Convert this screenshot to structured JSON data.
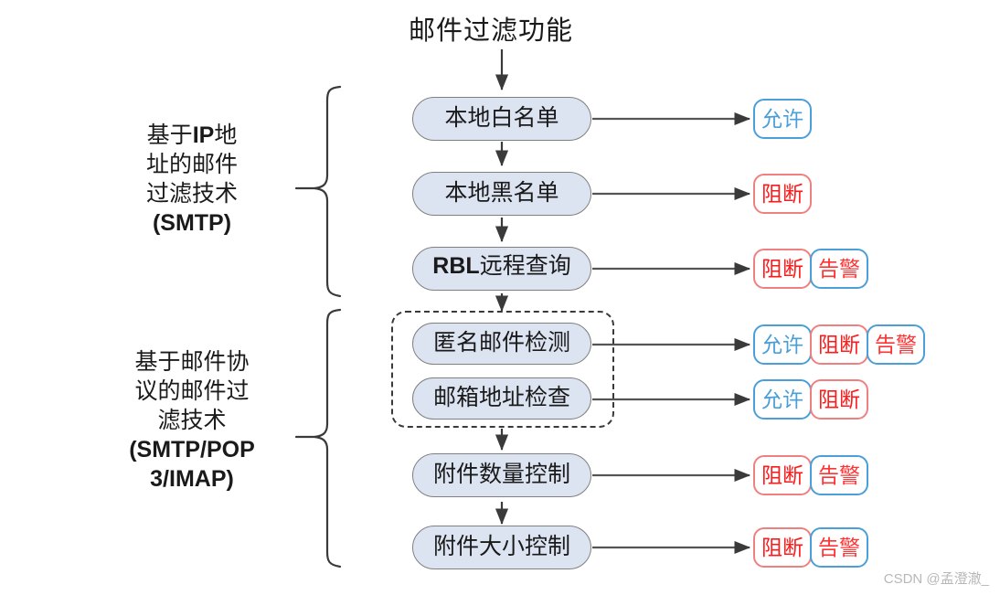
{
  "title": "邮件过滤功能",
  "groups": [
    {
      "label_lines": [
        "基于IP地",
        "址的邮件",
        "过滤技术",
        "(SMTP)"
      ],
      "label_plain": "基于IP地址的邮件过滤技术 (SMTP)",
      "brace": "left-curly-brace"
    },
    {
      "label_lines": [
        "基于邮件协",
        "议的邮件过",
        "滤技术",
        "(SMTP/POP",
        "3/IMAP)"
      ],
      "label_plain": "基于邮件协议的邮件过滤技术 (SMTP/POP3/IMAP)",
      "brace": "left-curly-brace"
    }
  ],
  "nodes": [
    {
      "label": "本地白名单",
      "actions": [
        "允许"
      ]
    },
    {
      "label": "本地黑名单",
      "actions": [
        "阻断"
      ]
    },
    {
      "label": "RBL远程查询",
      "actions": [
        "阻断",
        "告警"
      ]
    },
    {
      "label": "匿名邮件检测",
      "actions": [
        "允许",
        "阻断",
        "告警"
      ]
    },
    {
      "label": "邮箱地址检查",
      "actions": [
        "允许",
        "阻断"
      ]
    },
    {
      "label": "附件数量控制",
      "actions": [
        "阻断",
        "告警"
      ]
    },
    {
      "label": "附件大小控制",
      "actions": [
        "阻断",
        "告警"
      ]
    }
  ],
  "actions": {
    "allow": "允许",
    "block": "阻断",
    "warn": "告警"
  },
  "colors": {
    "node_fill": "#dce3f1",
    "node_border": "#808080",
    "allow": "#4a9fd8",
    "block": "#ff1a1a",
    "block_border": "#f08080",
    "warn_text": "#ff3333",
    "warn_border": "#4a9fd8",
    "connector": "#555555"
  },
  "watermark": "CSDN @孟澄澈_"
}
